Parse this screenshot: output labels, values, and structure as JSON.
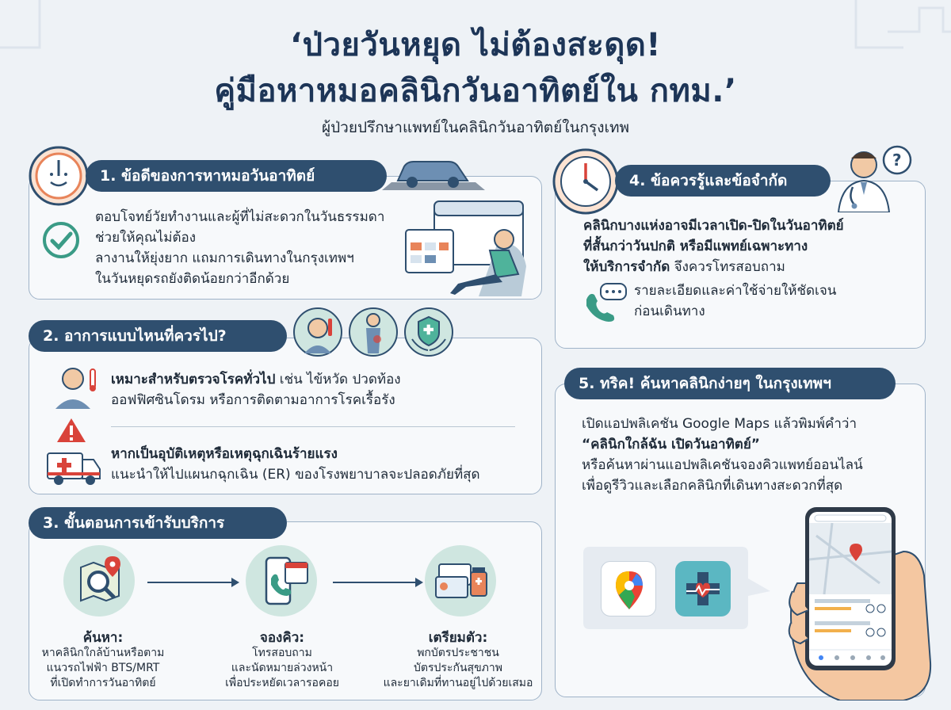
{
  "title": {
    "line1": "‘ป่วยวันหยุด ไม่ต้องสะดุด!",
    "line2": "คู่มือหาหมอคลินิกวันอาทิตย์ใน กทม.’",
    "subtitle": "ผู้ป่วยปรึกษาแพทย์ในคลินิกวันอาทิตย์ในกรุงเทพ"
  },
  "section1": {
    "heading": "1. ข้อดีของการหาหมอวันอาทิตย์",
    "lines": [
      "ตอบโจทย์วัยทำงานและผู้ที่ไม่สะดวกในวันธรรมดา",
      "ช่วยให้คุณไม่ต้อง",
      "ลางานให้ยุ่งยาก แถมการเดินทางในกรุงเทพฯ",
      "ในวันหยุดรถยังติดน้อยกว่าอีกด้วย"
    ]
  },
  "section2": {
    "heading": "2. อาการแบบไหนที่ควรไป?",
    "item1_bold": "เหมาะสำหรับตรวจโรคทั่วไป",
    "item1_rest": " เช่น ไข้หวัด ปวดท้อง",
    "item1_line2": "ออฟฟิศซินโดรม หรือการติดตามอาการโรคเรื้อรัง",
    "item2_bold": "หากเป็นอุบัติเหตุหรือเหตุฉุกเฉินร้ายแรง",
    "item2_line2": "แนะนำให้ไปแผนกฉุกเฉิน (ER) ของโรงพยาบาลจะปลอดภัยที่สุด"
  },
  "section3": {
    "heading": "3. ขั้นตอนการเข้ารับบริการ",
    "steps": [
      {
        "title": "ค้นหา:",
        "lines": [
          "หาคลินิกใกล้บ้านหรือตาม",
          "แนวรถไฟฟ้า BTS/MRT",
          "ที่เปิดทำการวันอาทิตย์"
        ]
      },
      {
        "title": "จองคิว:",
        "lines": [
          "โทรสอบถาม",
          "และนัดหมายล่วงหน้า",
          "เพื่อประหยัดเวลารอคอย"
        ]
      },
      {
        "title": "เตรียมตัว:",
        "lines": [
          "พกบัตรประชาชน",
          "บัตรประกันสุขภาพ",
          "และยาเดิมที่ทานอยู่ไปด้วยเสมอ"
        ]
      }
    ]
  },
  "section4": {
    "heading": "4. ข้อควรรู้และข้อจำกัด",
    "bold1": "คลินิกบางแห่งอาจมีเวลาเปิด-ปิดในวันอาทิตย์",
    "bold2": "ที่สั้นกว่าวันปกติ หรือมีแพทย์เฉพาะทาง",
    "bold3": "ให้บริการจำกัด",
    "rest3": " จึงควรโทรสอบถาม",
    "line4": "รายละเอียดและค่าใช้จ่ายให้ชัดเจน",
    "line5": "ก่อนเดินทาง"
  },
  "section5": {
    "heading": "5. ทริค! ค้นหาคลินิกง่ายๆ ในกรุงเทพฯ",
    "line1": "เปิดแอปพลิเคชัน Google Maps แล้วพิมพ์คำว่า",
    "line2": "“คลินิกใกล้ฉัน เปิดวันอาทิตย์”",
    "line3": "หรือค้นหาผ่านแอปพลิเคชันจองคิวแพทย์ออนไลน์",
    "line4": "เพื่อดูรีวิวและเลือกคลินิกที่เดินทางสะดวกที่สุด"
  },
  "colors": {
    "navy": "#2f4f6f",
    "teal": "#cfe6e0",
    "accent_orange": "#e8845a",
    "red": "#d9433a"
  }
}
